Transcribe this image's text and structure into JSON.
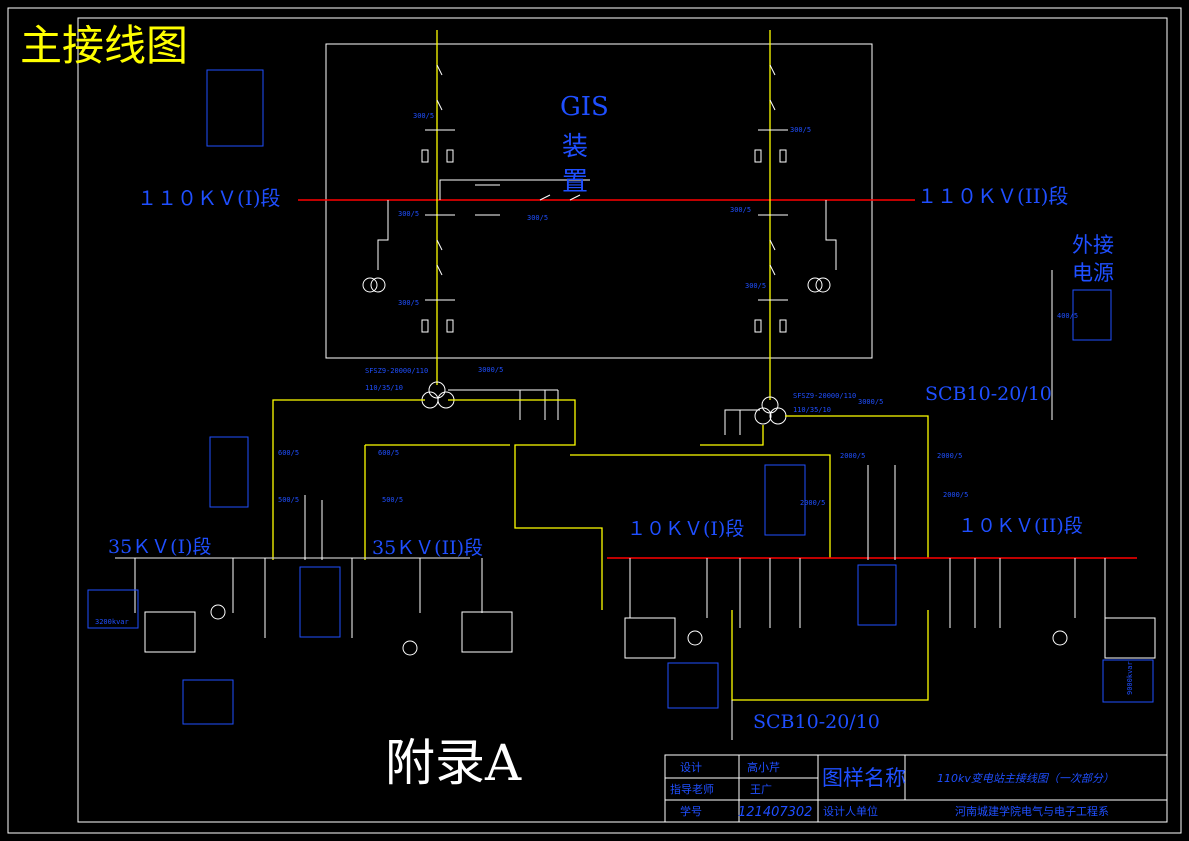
{
  "title": "主接线图",
  "gis": {
    "line1": "GIS",
    "line2": "装",
    "line3": "置"
  },
  "buses": {
    "hv1": "１１０ＫＶ(I)段",
    "hv2": "１１０ＫＶ(II)段",
    "mv1": "35ＫＶ(I)段",
    "mv2": "35ＫＶ(II)段",
    "lv1": "１０ＫＶ(I)段",
    "lv2": "１０ＫＶ(II)段"
  },
  "external_source": {
    "line1": "外接",
    "line2": "电源"
  },
  "station_transformer": {
    "upper": "SCB10-20/10",
    "lower": "SCB10-20/10"
  },
  "transformers": {
    "t1": {
      "model": "SFSZ9-20000/110",
      "ratio": "110/35/10",
      "ct": "3000/5"
    },
    "t2": {
      "model": "SFSZ9-20000/110",
      "ratio": "110/35/10",
      "ct": "3000/5"
    }
  },
  "ct_labels": {
    "gis_l1": "300/5",
    "gis_l2": "300/5",
    "gis_l3": "300/5",
    "gis_r1": "300/5",
    "gis_r2": "300/5",
    "gis_r3": "300/5",
    "bus_tie": "300/5",
    "mv_in1": "600/5",
    "mv_in2": "600/5",
    "mv_a": "500/5",
    "mv_b": "500/5",
    "lv_in1": "2000/5",
    "lv_in2": "2000/5",
    "lv_a": "2000/5",
    "lv_b": "2000/5",
    "ext": "400/5"
  },
  "capacitors": {
    "mv": "3200kvar",
    "lv": "9000kvar"
  },
  "appendix": "附录A",
  "colors": {
    "background": "#000000",
    "frame": "#ffffff",
    "bus": "#ff0000",
    "transformer_link": "#ffff00",
    "text": "#1f4fff",
    "title": "#ffff00"
  },
  "title_block": {
    "design_label": "设计",
    "designer": "高小芹",
    "advisor_label": "指导老师",
    "advisor": "王广",
    "id_label": "学号",
    "student_id": "121407302",
    "drawing_name_label": "图样名称",
    "drawing_name": "110kv变电站主接线图（一次部分）",
    "unit_label": "设计人单位",
    "unit": "河南城建学院电气与电子工程系"
  }
}
